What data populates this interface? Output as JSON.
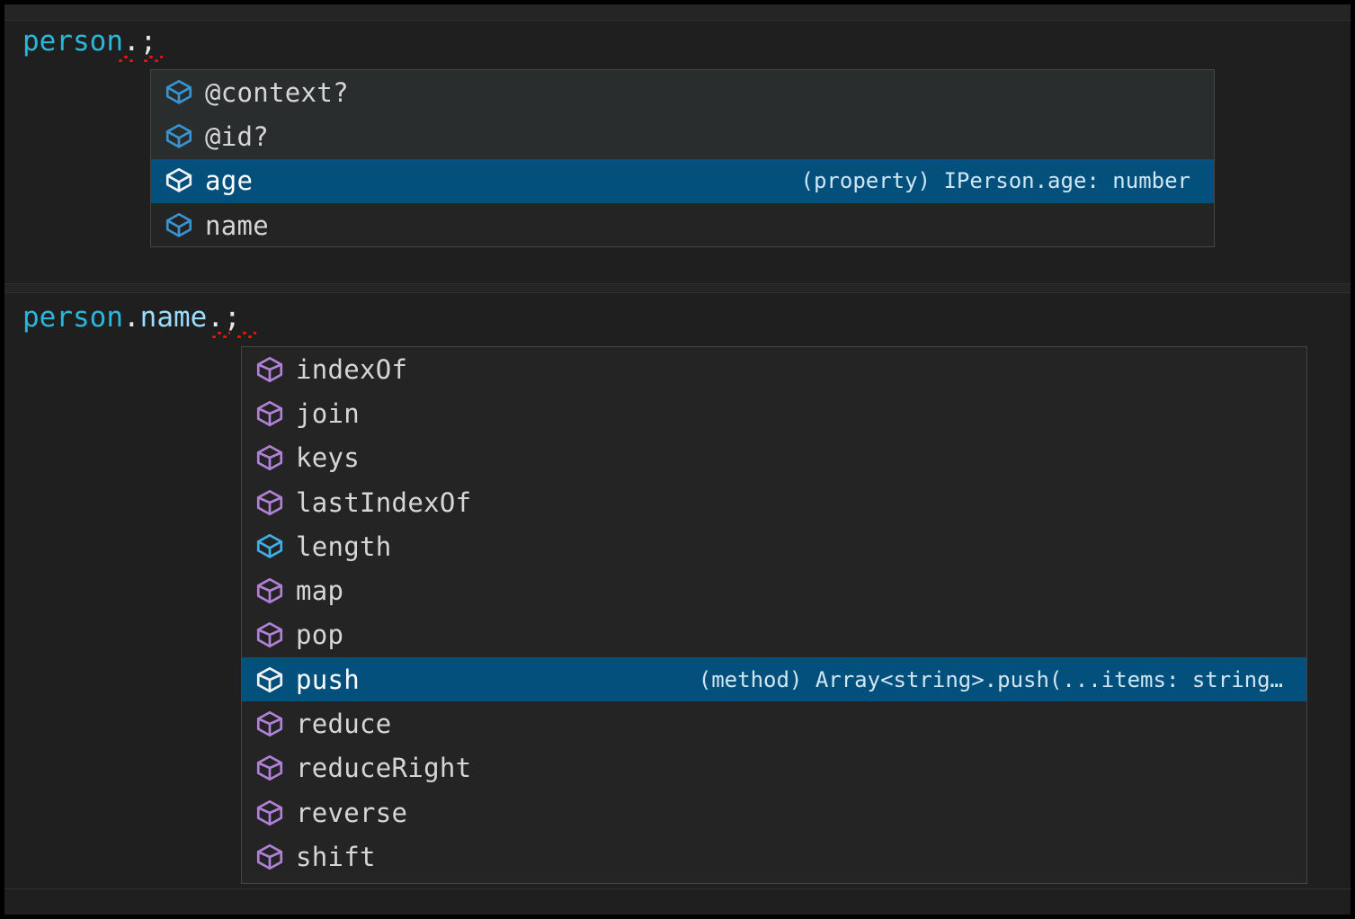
{
  "editor": {
    "background_color": "#1f1f1f",
    "accent_selected_color": "#04507c",
    "error_squiggle_color": "#e51400"
  },
  "code_lines": [
    {
      "id": "line-1",
      "text": "person.;",
      "tokens": [
        {
          "text": "person",
          "kind": "variable",
          "color": "#29b8db"
        },
        {
          "text": ".",
          "kind": "punctuation",
          "color": "#e8e8e8"
        },
        {
          "text": ";",
          "kind": "punctuation",
          "color": "#e8e8e8"
        }
      ]
    },
    {
      "id": "line-2",
      "text": "person.name.;",
      "tokens": [
        {
          "text": "person",
          "kind": "variable",
          "color": "#29b8db"
        },
        {
          "text": ".",
          "kind": "punctuation",
          "color": "#e8e8e8"
        },
        {
          "text": "name",
          "kind": "property",
          "color": "#9cdcfe"
        },
        {
          "text": ".",
          "kind": "punctuation",
          "color": "#e8e8e8"
        },
        {
          "text": ";",
          "kind": "punctuation",
          "color": "#e8e8e8"
        }
      ]
    }
  ],
  "suggest_widgets": [
    {
      "id": "suggest-person",
      "items": [
        {
          "label": "@context?",
          "icon": "property-cube-icon",
          "icon_kind": "property",
          "selected": false,
          "detail": ""
        },
        {
          "label": "@id?",
          "icon": "property-cube-icon",
          "icon_kind": "property",
          "selected": false,
          "detail": ""
        },
        {
          "label": "age",
          "icon": "property-cube-icon",
          "icon_kind": "property",
          "selected": true,
          "detail": "(property) IPerson.age: number"
        },
        {
          "label": "name",
          "icon": "property-cube-icon",
          "icon_kind": "property",
          "selected": false,
          "detail": ""
        }
      ]
    },
    {
      "id": "suggest-person-name",
      "items": [
        {
          "label": "indexOf",
          "icon": "method-cube-icon",
          "icon_kind": "method",
          "selected": false,
          "detail": ""
        },
        {
          "label": "join",
          "icon": "method-cube-icon",
          "icon_kind": "method",
          "selected": false,
          "detail": ""
        },
        {
          "label": "keys",
          "icon": "method-cube-icon",
          "icon_kind": "method",
          "selected": false,
          "detail": ""
        },
        {
          "label": "lastIndexOf",
          "icon": "method-cube-icon",
          "icon_kind": "method",
          "selected": false,
          "detail": ""
        },
        {
          "label": "length",
          "icon": "property-cube-icon",
          "icon_kind": "property",
          "selected": false,
          "detail": ""
        },
        {
          "label": "map",
          "icon": "method-cube-icon",
          "icon_kind": "method",
          "selected": false,
          "detail": ""
        },
        {
          "label": "pop",
          "icon": "method-cube-icon",
          "icon_kind": "method",
          "selected": false,
          "detail": ""
        },
        {
          "label": "push",
          "icon": "method-cube-icon",
          "icon_kind": "method",
          "selected": true,
          "detail": "(method) Array<string>.push(...items: string…"
        },
        {
          "label": "reduce",
          "icon": "method-cube-icon",
          "icon_kind": "method",
          "selected": false,
          "detail": ""
        },
        {
          "label": "reduceRight",
          "icon": "method-cube-icon",
          "icon_kind": "method",
          "selected": false,
          "detail": ""
        },
        {
          "label": "reverse",
          "icon": "method-cube-icon",
          "icon_kind": "method",
          "selected": false,
          "detail": ""
        },
        {
          "label": "shift",
          "icon": "method-cube-icon",
          "icon_kind": "method",
          "selected": false,
          "detail": ""
        }
      ]
    }
  ]
}
